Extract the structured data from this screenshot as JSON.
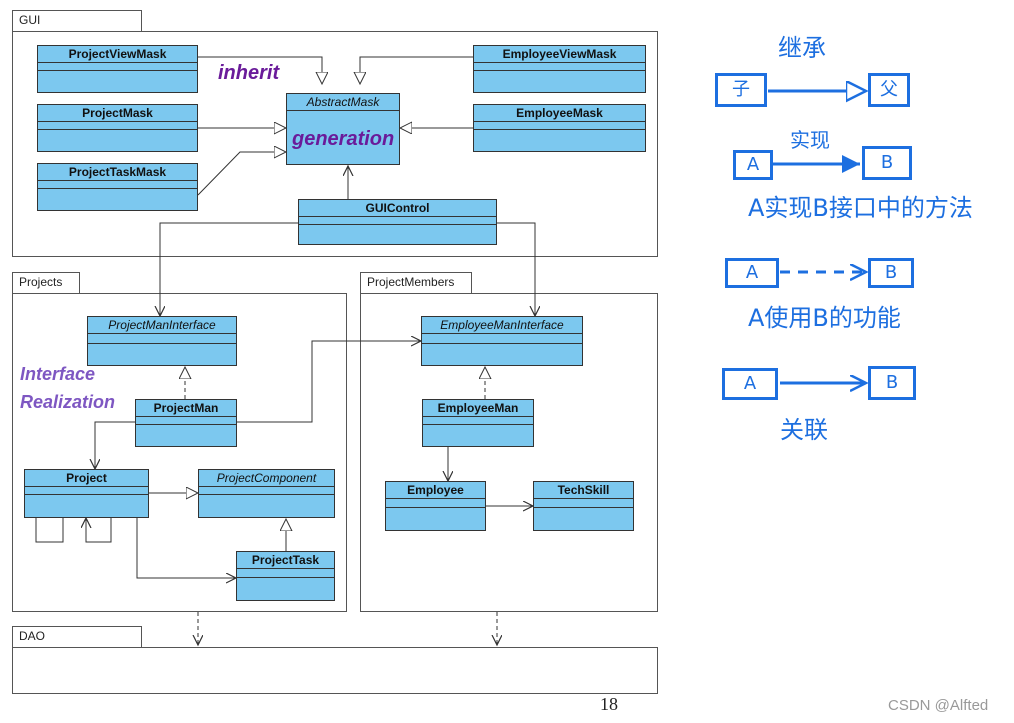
{
  "packages": {
    "gui": "GUI",
    "projects": "Projects",
    "project_members": "ProjectMembers",
    "dao": "DAO"
  },
  "classes": {
    "project_view_mask": "ProjectViewMask",
    "project_mask": "ProjectMask",
    "project_task_mask": "ProjectTaskMask",
    "abstract_mask": "AbstractMask",
    "employee_view_mask": "EmployeeViewMask",
    "employee_mask": "EmployeeMask",
    "gui_control": "GUIControl",
    "project_man_interface": "ProjectManInterface",
    "project_man": "ProjectMan",
    "project": "Project",
    "project_component": "ProjectComponent",
    "project_task": "ProjectTask",
    "employee_man_interface": "EmployeeManInterface",
    "employee_man": "EmployeeMan",
    "employee": "Employee",
    "tech_skill": "TechSkill"
  },
  "annotations": {
    "inherit": "inherit",
    "generation": "generation",
    "interface_realization_1": "Interface",
    "interface_realization_2": "Realization"
  },
  "page_number": "18",
  "handwritten_notes": {
    "inheritance_title": "继承",
    "child": "子",
    "parent": "父",
    "implement_title": "实现",
    "a": "A",
    "b": "B",
    "implement_desc": "A实现B接口中的方法",
    "dependency_desc": "A使用B的功能",
    "association_title": "关联"
  },
  "watermark": "CSDN @Alfted",
  "colors": {
    "class_fill": "#7cc8ef",
    "annotation_purple": "#6a1b9a",
    "annotation_lavender": "#7e57c2",
    "handwriting_blue": "#1d6fe0"
  }
}
